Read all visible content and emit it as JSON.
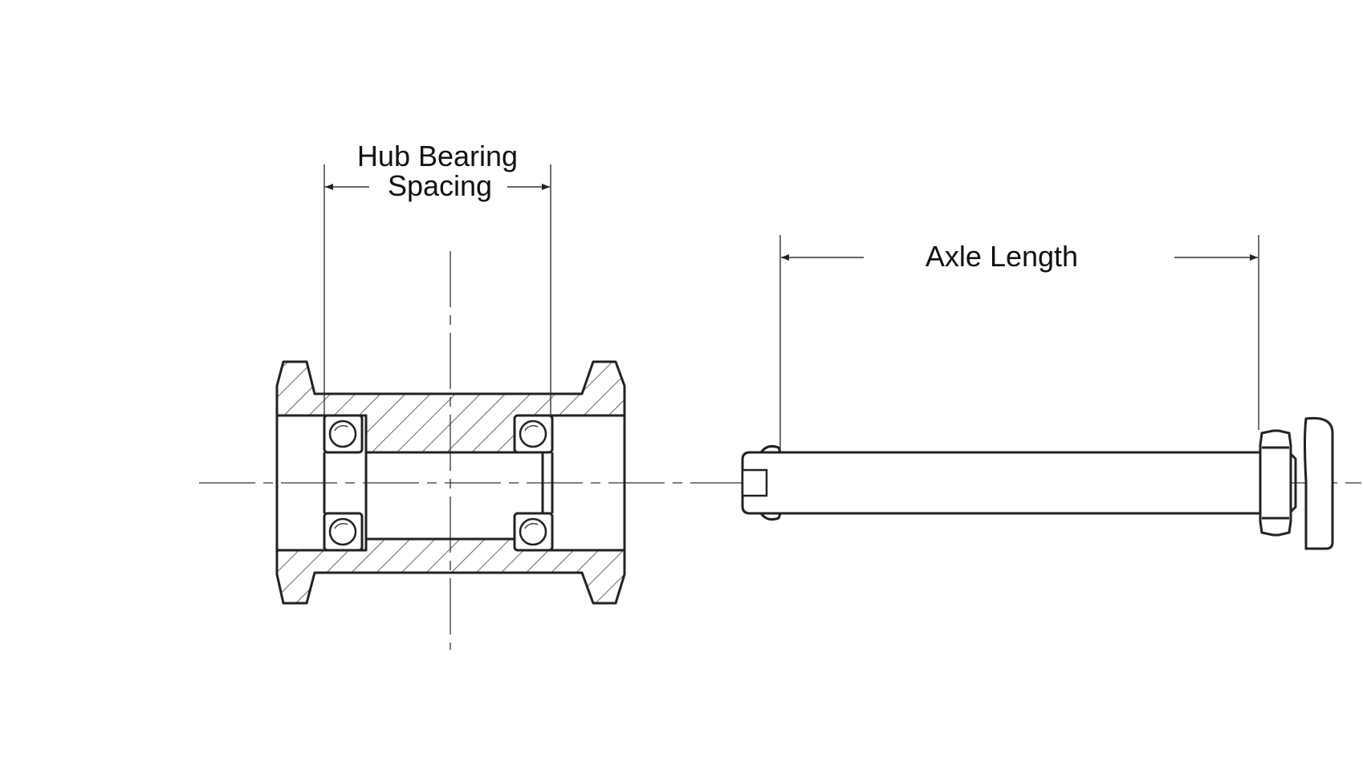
{
  "diagram": {
    "labels": {
      "hub_bearing_spacing_line1": "Hub Bearing",
      "hub_bearing_spacing_line2": "Spacing",
      "axle_length": "Axle Length"
    },
    "colors": {
      "line": "#222222",
      "background": "#ffffff"
    }
  }
}
